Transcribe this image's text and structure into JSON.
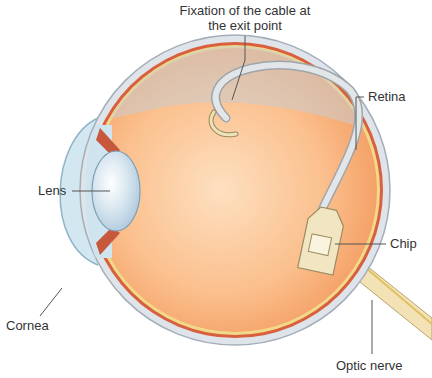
{
  "diagram": {
    "labels": [
      "Fixation of the cable at the exit point",
      "Retina",
      "Lens",
      "Chip",
      "Cornea",
      "Optic nerve"
    ]
  }
}
